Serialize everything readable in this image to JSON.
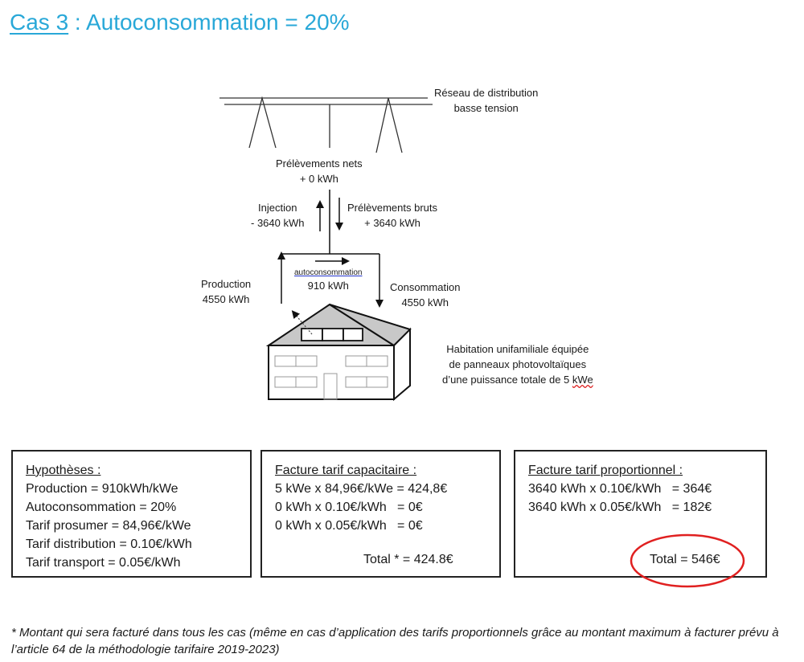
{
  "title": {
    "prefix": "Cas 3",
    "rest": " : Autoconsommation = 20%"
  },
  "colors": {
    "title": "#29a8d8",
    "ok_circle": "#2e8b2e",
    "bad_circle": "#e02020",
    "roof": "#c8c8c8"
  },
  "diagram": {
    "network": {
      "line1": "Réseau de distribution",
      "line2": "basse tension"
    },
    "net_withdrawal": {
      "line1": "Prélèvements nets",
      "line2": "+ 0 kWh"
    },
    "injection": {
      "line1": "Injection",
      "line2": "- 3640 kWh"
    },
    "gross_withdrawal": {
      "line1": "Prélèvements bruts",
      "line2": "+ 3640 kWh"
    },
    "production": {
      "line1": "Production",
      "line2": "4550 kWh"
    },
    "self_consumption": {
      "line1": "autoconsommation",
      "line2": "910 kWh"
    },
    "consumption": {
      "line1": "Consommation",
      "line2": "4550 kWh"
    },
    "house": {
      "line1": "Habitation unifamiliale équipée",
      "line2": "de panneaux photovoltaïques",
      "line3_prefix": "d’une puissance totale de 5 ",
      "line3_unit": "kWe"
    }
  },
  "boxes": {
    "hypotheses": {
      "heading": "Hypothèses :",
      "rows": [
        "Production = 910kWh/kWe",
        "Autoconsommation = 20%",
        "Tarif prosumer = 84,96€/kWe",
        "Tarif distribution = 0.10€/kWh",
        "Tarif transport = 0.05€/kWh"
      ]
    },
    "capacitaire": {
      "heading": "Facture tarif capacitaire :",
      "rows": [
        "5 kWe x 84,96€/kWe = 424,8€",
        "0 kWh x 0.10€/kWh   = 0€",
        "0 kWh x 0.05€/kWh   = 0€"
      ],
      "total": "Total * = 424.8€"
    },
    "proportionnel": {
      "heading": "Facture tarif proportionnel :",
      "rows": [
        "3640 kWh x 0.10€/kWh   = 364€",
        "3640 kWh x 0.05€/kWh   = 182€"
      ],
      "total": "Total = 546€"
    }
  },
  "footnote": "* Montant qui sera facturé dans tous les cas (même en cas d’application des tarifs proportionnels grâce au montant maximum à facturer prévu à l’article 64 de la méthodologie tarifaire 2019-2023)"
}
